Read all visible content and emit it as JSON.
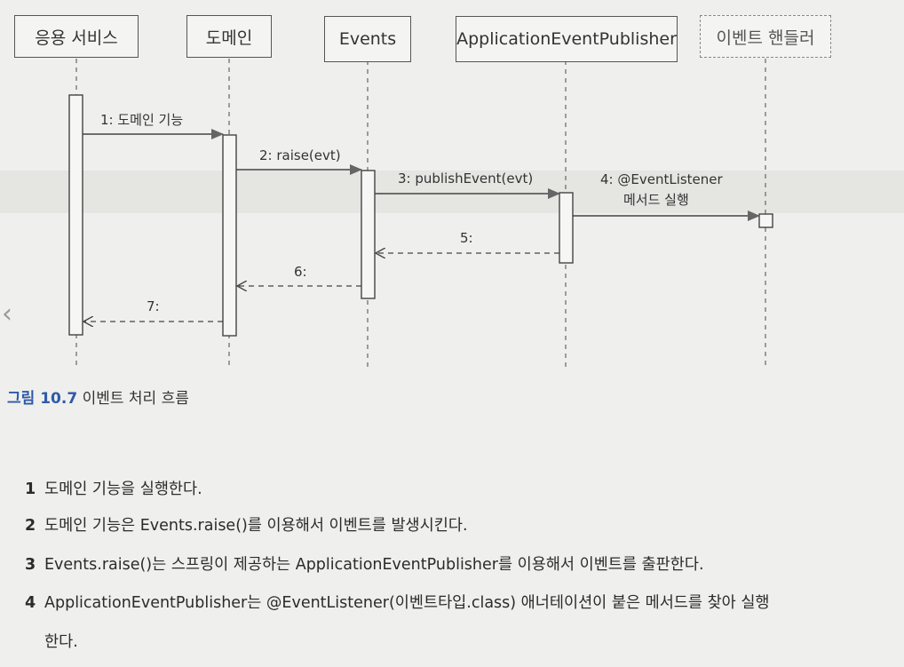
{
  "diagram": {
    "participants": [
      "응용 서비스",
      "도메인",
      "Events",
      "ApplicationEventPublisher",
      "이벤트 핸들러"
    ],
    "messages": [
      {
        "label": "1: 도메인 기능"
      },
      {
        "label": "2: raise(evt)"
      },
      {
        "label": "3: publishEvent(evt)"
      },
      {
        "label_line1": "4: @EventListener",
        "label_line2": "메서드 실행"
      },
      {
        "label": "5:"
      },
      {
        "label": "6:"
      },
      {
        "label": "7:"
      }
    ]
  },
  "caption": {
    "number": "그림 10.7",
    "title": "이벤트 처리 흐름"
  },
  "steps": [
    {
      "n": "1",
      "text": "도메인 기능을 실행한다."
    },
    {
      "n": "2",
      "text": "도메인 기능은 Events.raise()를 이용해서 이벤트를 발생시킨다."
    },
    {
      "n": "3",
      "text": "Events.raise()는 스프링이 제공하는 ApplicationEventPublisher를 이용해서 이벤트를 출판한다."
    },
    {
      "n": "4",
      "text": "ApplicationEventPublisher는 @EventListener(이벤트타입.class) 애너테이션이 붙은 메서드를 찾아 실행",
      "cont": "한다."
    }
  ],
  "colors": {
    "caption_accent": "#2f5aa8",
    "line": "#444444"
  }
}
